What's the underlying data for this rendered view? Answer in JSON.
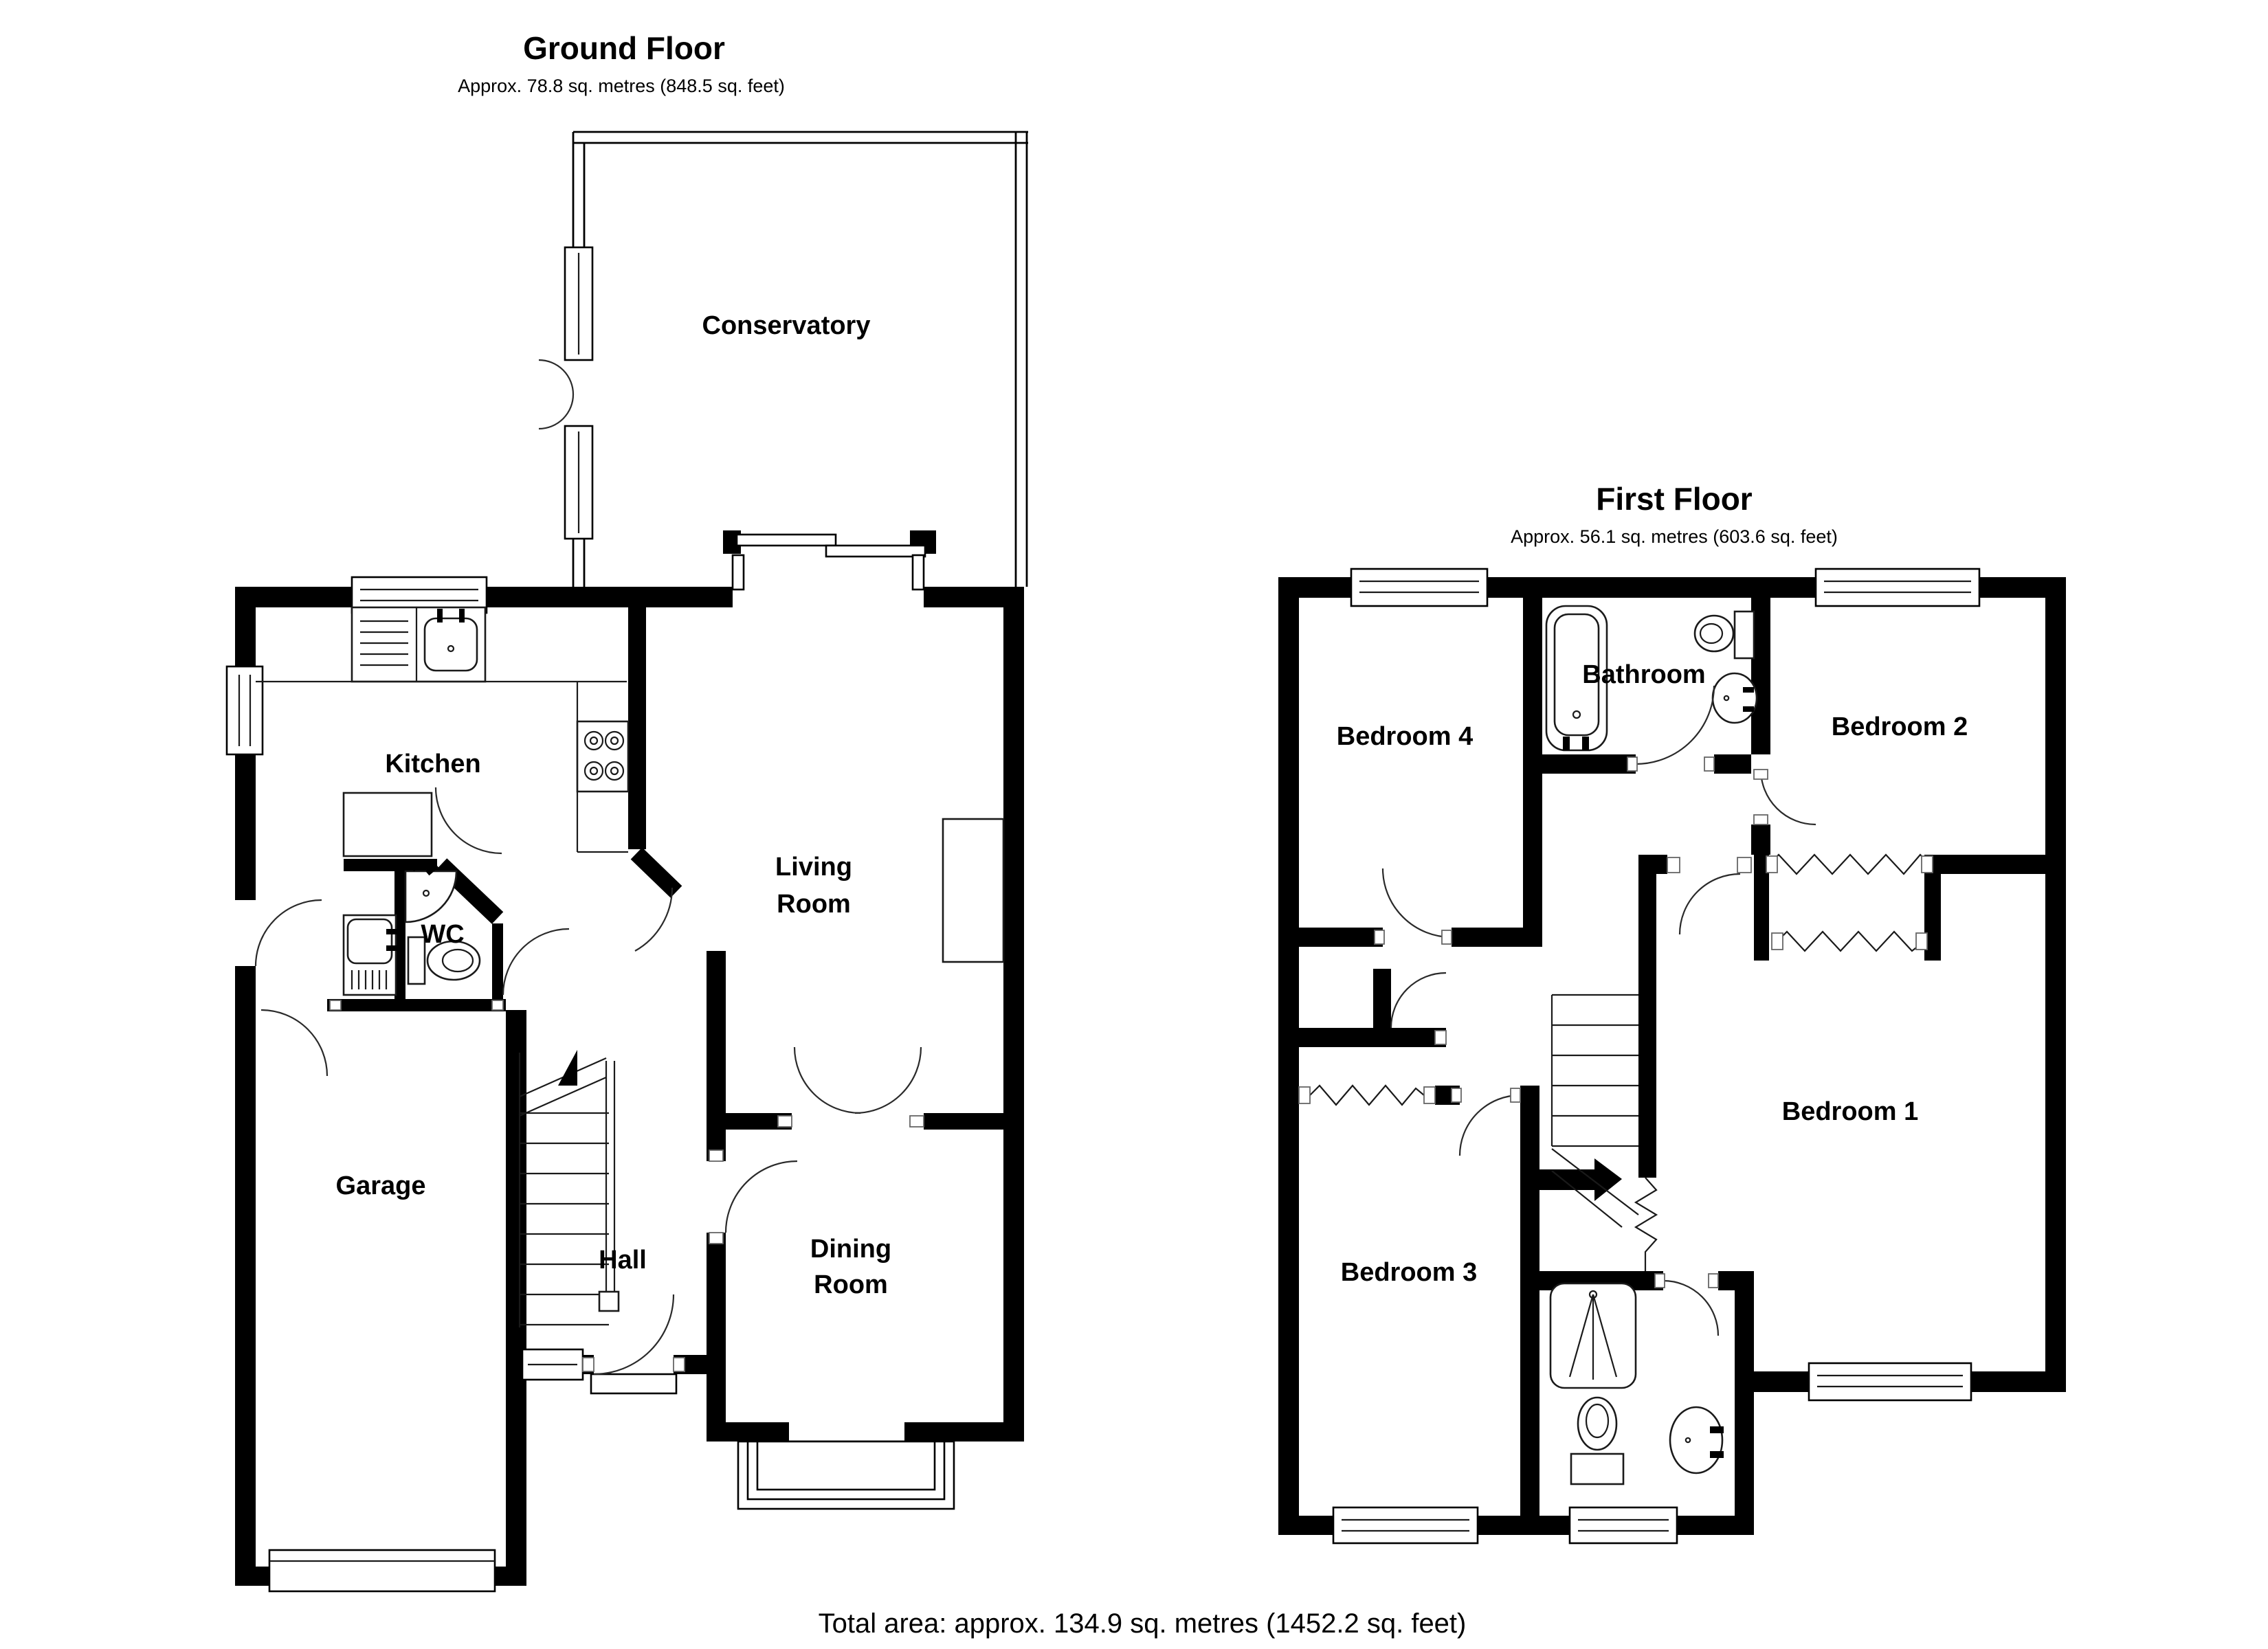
{
  "ground_floor": {
    "title": "Ground Floor",
    "subtitle": "Approx. 78.8 sq. metres (848.5 sq. feet)",
    "rooms": {
      "conservatory": "Conservatory",
      "kitchen": "Kitchen",
      "living_room_line1": "Living",
      "living_room_line2": "Room",
      "wc": "WC",
      "garage": "Garage",
      "hall": "Hall",
      "dining_room_line1": "Dining",
      "dining_room_line2": "Room"
    }
  },
  "first_floor": {
    "title": "First Floor",
    "subtitle": "Approx. 56.1 sq. metres (603.6 sq. feet)",
    "rooms": {
      "bedroom1": "Bedroom 1",
      "bedroom2": "Bedroom 2",
      "bedroom3": "Bedroom 3",
      "bedroom4": "Bedroom 4",
      "bathroom": "Bathroom"
    }
  },
  "footer": {
    "total_area": "Total area: approx. 134.9 sq. metres (1452.2 sq. feet)"
  },
  "colors": {
    "wall": "#000000",
    "line": "#1a1a1a",
    "background": "#ffffff"
  }
}
